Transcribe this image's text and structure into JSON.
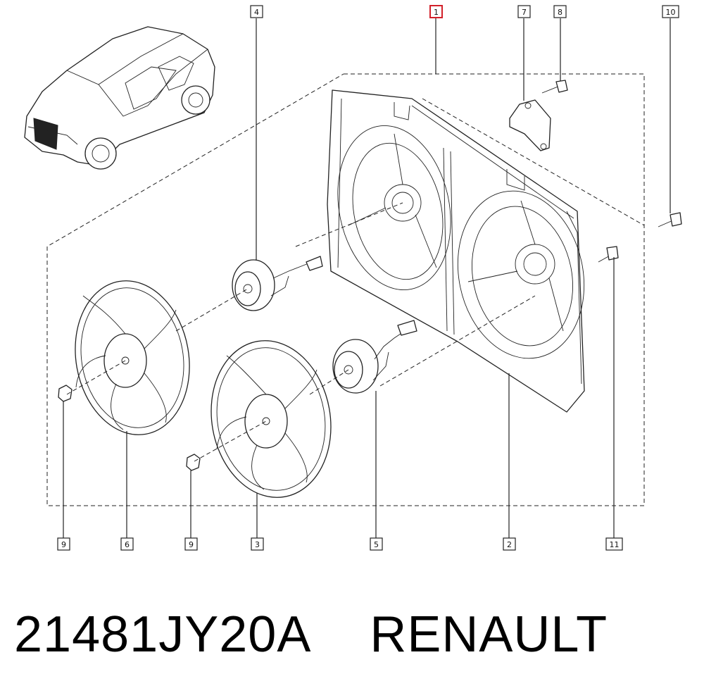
{
  "diagram": {
    "callouts": [
      {
        "id": "c1",
        "label": "1",
        "highlight": true
      },
      {
        "id": "c2",
        "label": "2"
      },
      {
        "id": "c3",
        "label": "3"
      },
      {
        "id": "c4",
        "label": "4"
      },
      {
        "id": "c5",
        "label": "5"
      },
      {
        "id": "c6",
        "label": "6"
      },
      {
        "id": "c7",
        "label": "7"
      },
      {
        "id": "c8",
        "label": "8"
      },
      {
        "id": "c9a",
        "label": "9"
      },
      {
        "id": "c9b",
        "label": "9"
      },
      {
        "id": "c10",
        "label": "10"
      },
      {
        "id": "c11",
        "label": "11"
      }
    ],
    "highlight_color": "#d2202a",
    "line_color": "#222222"
  },
  "caption": {
    "part_number": "21481JY20A",
    "brand": "RENAULT"
  }
}
